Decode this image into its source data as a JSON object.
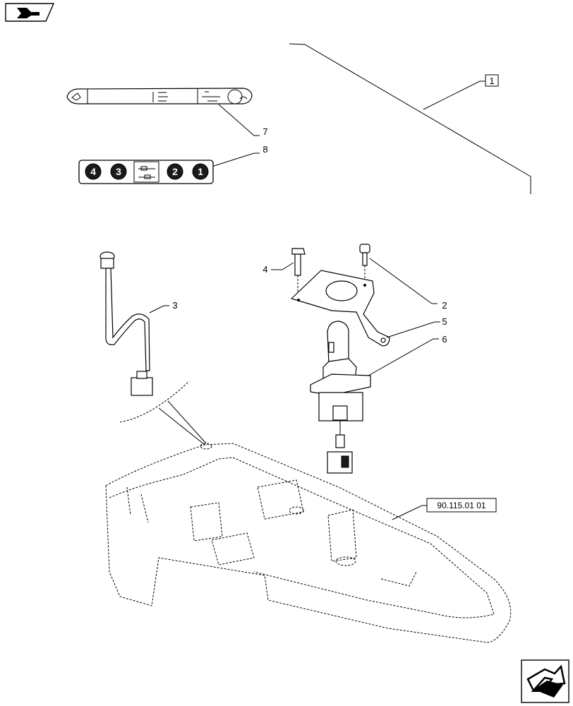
{
  "callouts": {
    "item_1": "1",
    "item_2": "2",
    "item_3": "3",
    "item_4": "4",
    "item_5": "5",
    "item_6": "6",
    "item_7": "7",
    "item_8": "8",
    "ref_console": "90.115.01 01"
  },
  "decal_8_badges": [
    "4",
    "3",
    "2",
    "1"
  ],
  "icons": {
    "top_nav": "arrow-back-icon",
    "bottom_nav": "arrow-forward-icon"
  }
}
